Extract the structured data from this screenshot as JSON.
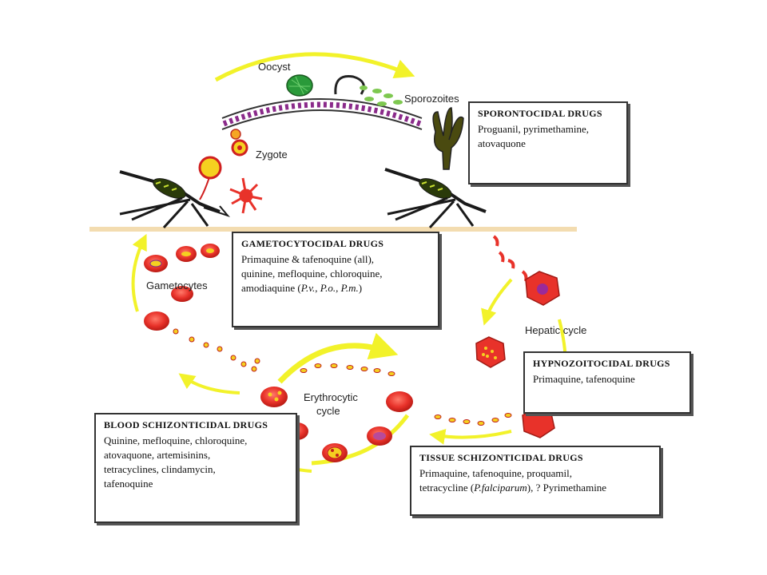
{
  "labels": {
    "oocyst": "Oocyst",
    "sporozoites": "Sporozoites",
    "zygote": "Zygote",
    "gametocytes": "Gametocytes",
    "hepatic_cycle": "Hepatic cycle",
    "erythrocytic_cycle_1": "Erythrocytic",
    "erythrocytic_cycle_2": "cycle"
  },
  "boxes": {
    "sporontocidal": {
      "title": "SPORONTOCIDAL DRUGS",
      "lines": [
        "Proguanil, pyrimethamine,",
        "atovaquone"
      ]
    },
    "gametocytocidal": {
      "title": "GAMETOCYTOCIDAL DRUGS",
      "line1": "Primaquine & tafenoquine (all),",
      "line2": "quinine, mefloquine, chloroquine,",
      "line3_a": "amodiaquine (",
      "line3_b": "P.v., P.o., P.m.",
      "line3_c": ")"
    },
    "hypnozoitocidal": {
      "title": "HYPNOZOITOCIDAL DRUGS",
      "lines": [
        "Primaquine, tafenoquine"
      ]
    },
    "blood_schizonticidal": {
      "title": "BLOOD SCHIZONTICIDAL DRUGS",
      "lines": [
        "Quinine, mefloquine, chloroquine,",
        "atovaquone, artemisinins,",
        "tetracyclines, clindamycin,",
        "tafenoquine"
      ]
    },
    "tissue_schizonticidal": {
      "title": "TISSUE SCHIZONTICIDAL DRUGS",
      "line1": "Primaquine, tafenoquine, proquamil,",
      "line2_a": "tetracycline (",
      "line2_b": "P.falciparum",
      "line2_c": "), ? Pyrimethamine"
    }
  },
  "colors": {
    "arrow": "#f2f22a",
    "cell_red": "#e8322a",
    "parasite_yellow": "#f5d020",
    "mosquito": "#1a1a1a",
    "ground": "#f3dcb0",
    "gut_wall": "#6b2a7a",
    "sporozoite_green": "#7ec850",
    "salivary_gland": "#4a4a10"
  }
}
